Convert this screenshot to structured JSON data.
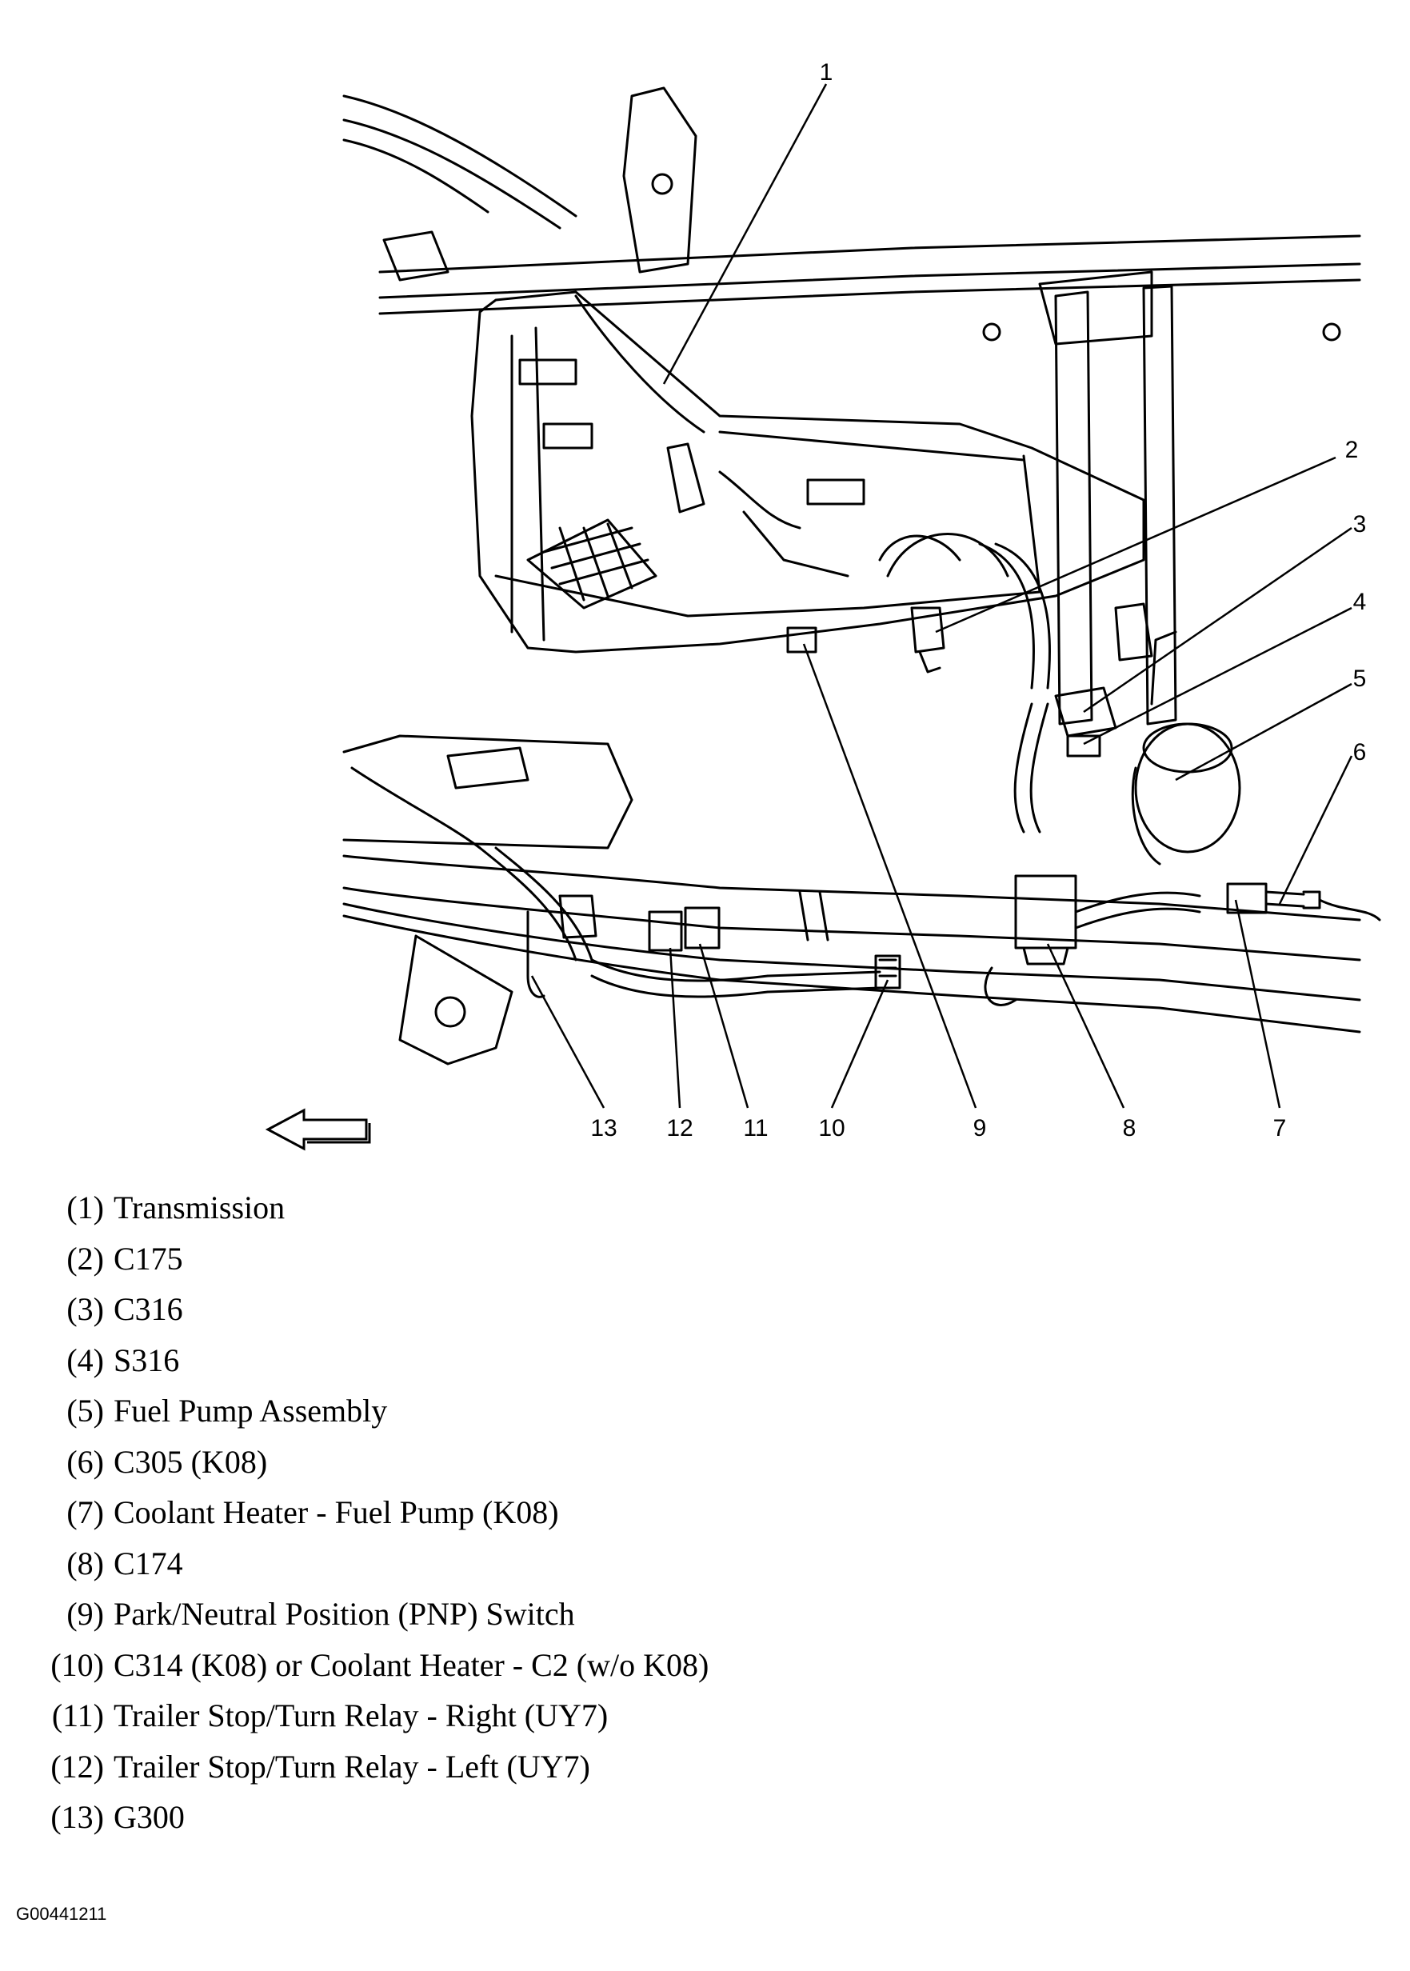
{
  "callouts": [
    "1",
    "2",
    "3",
    "4",
    "5",
    "6",
    "7",
    "8",
    "9",
    "10",
    "11",
    "12",
    "13"
  ],
  "legend": [
    {
      "num": "(1)",
      "text": "Transmission"
    },
    {
      "num": "(2)",
      "text": "C175"
    },
    {
      "num": "(3)",
      "text": "C316"
    },
    {
      "num": "(4)",
      "text": "S316"
    },
    {
      "num": "(5)",
      "text": "Fuel Pump Assembly"
    },
    {
      "num": "(6)",
      "text": "C305 (K08)"
    },
    {
      "num": "(7)",
      "text": "Coolant Heater - Fuel Pump (K08)"
    },
    {
      "num": "(8)",
      "text": "C174"
    },
    {
      "num": "(9)",
      "text": "Park/Neutral Position (PNP) Switch"
    },
    {
      "num": "(10)",
      "text": "C314 (K08) or Coolant Heater - C2 (w/o K08)"
    },
    {
      "num": "(11)",
      "text": "Trailer Stop/Turn Relay - Right (UY7)"
    },
    {
      "num": "(12)",
      "text": "Trailer Stop/Turn Relay - Left (UY7)"
    },
    {
      "num": "(13)",
      "text": "G300"
    }
  ],
  "figure_id": "G00441211",
  "direction_arrow": "left-arrow-icon"
}
